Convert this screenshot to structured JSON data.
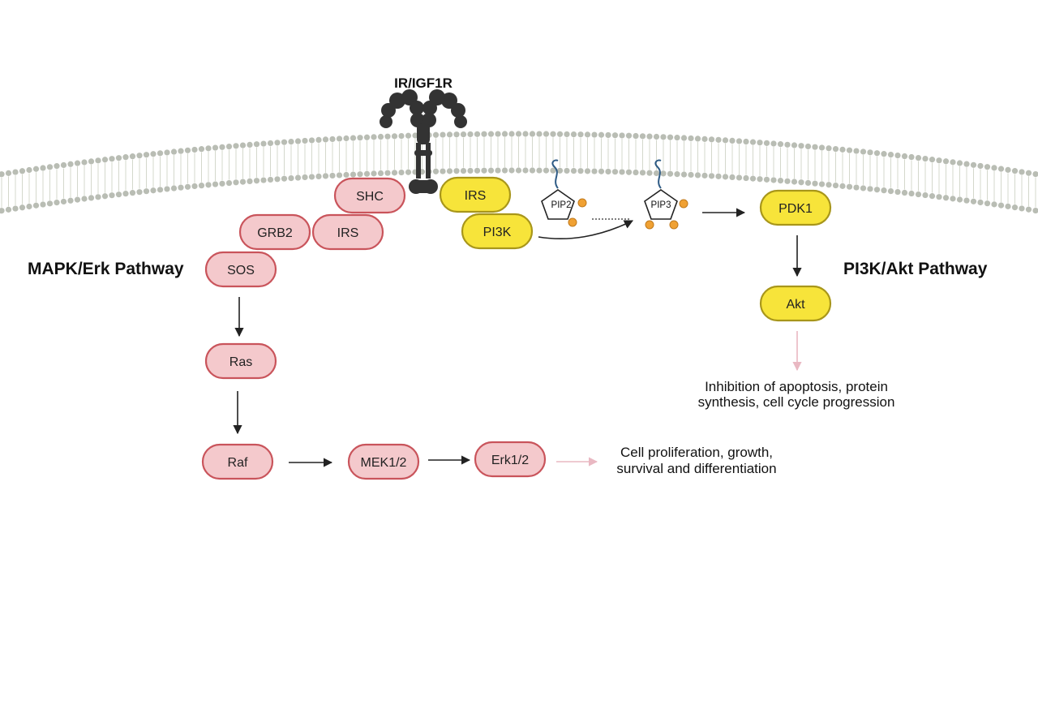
{
  "receptor": {
    "label": "IR/IGF1R",
    "color": "#333333"
  },
  "pathways": {
    "mapk": {
      "title": "MAPK/Erk Pathway"
    },
    "pi3k": {
      "title": "PI3K/Akt Pathway"
    }
  },
  "nodes": {
    "shc": {
      "label": "SHC"
    },
    "grb2": {
      "label": "GRB2"
    },
    "irs_left": {
      "label": "IRS"
    },
    "sos": {
      "label": "SOS"
    },
    "ras": {
      "label": "Ras"
    },
    "raf": {
      "label": "Raf"
    },
    "mek": {
      "label": "MEK1/2"
    },
    "erk": {
      "label": "Erk1/2"
    },
    "irs_right": {
      "label": "IRS"
    },
    "pi3k": {
      "label": "PI3K"
    },
    "pdk1": {
      "label": "PDK1"
    },
    "akt": {
      "label": "Akt"
    }
  },
  "lipids": {
    "pip2": {
      "label": "PIP2"
    },
    "pip3": {
      "label": "PIP3"
    }
  },
  "outcomes": {
    "mapk": {
      "line1": "Cell proliferation, growth,",
      "line2": "survival and differentiation"
    },
    "pi3k": {
      "line1": "Inhibition of apoptosis, protein",
      "line2": "synthesis, cell cycle progression"
    }
  },
  "colors": {
    "mapk_fill": "#f4c9cc",
    "mapk_stroke": "#c9545b",
    "pi3k_fill": "#f7e43a",
    "pi3k_stroke": "#a8961a",
    "phosphate": "#f0a133",
    "membrane": "#b9bdb4"
  }
}
